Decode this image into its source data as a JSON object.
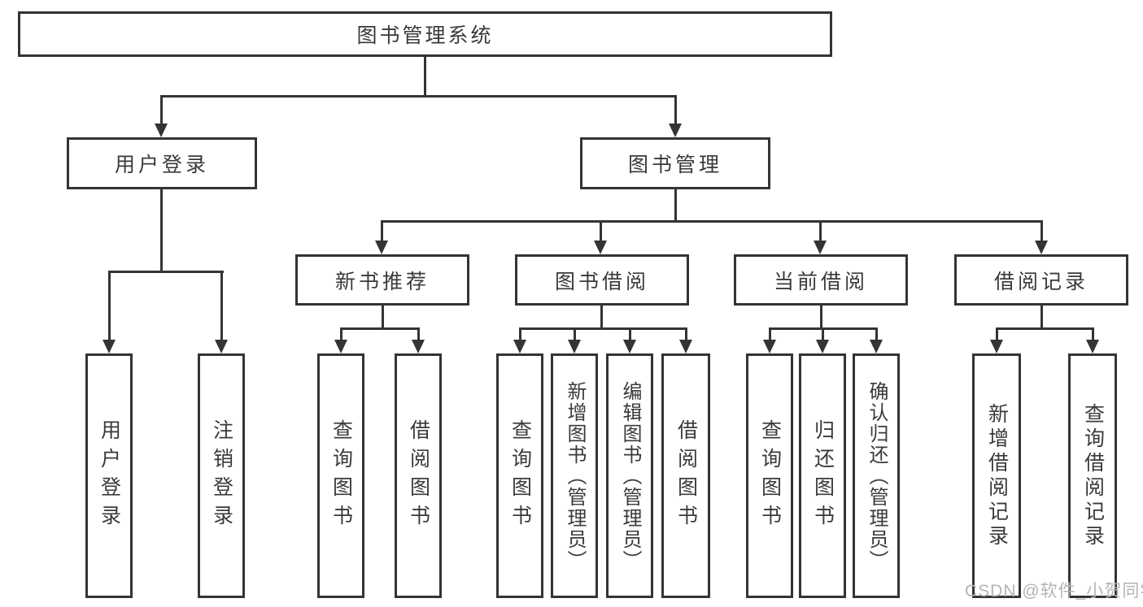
{
  "tree": {
    "label": "图书管理系统",
    "children": [
      {
        "label": "用户登录",
        "children": [
          {
            "label": "用户登录"
          },
          {
            "label": "注销登录"
          }
        ]
      },
      {
        "label": "图书管理",
        "children": [
          {
            "label": "新书推荐",
            "children": [
              {
                "label": "查询图书"
              },
              {
                "label": "借阅图书"
              }
            ]
          },
          {
            "label": "图书借阅",
            "children": [
              {
                "label": "查询图书"
              },
              {
                "label": "新增图书（管理员）"
              },
              {
                "label": "编辑图书（管理员）"
              },
              {
                "label": "借阅图书"
              }
            ]
          },
          {
            "label": "当前借阅",
            "children": [
              {
                "label": "查询图书"
              },
              {
                "label": "归还图书"
              },
              {
                "label": "确认归还（管理员）"
              }
            ]
          },
          {
            "label": "借阅记录",
            "children": [
              {
                "label": "新增借阅记录"
              },
              {
                "label": "查询借阅记录"
              }
            ]
          }
        ]
      }
    ]
  },
  "watermark": "CSDN @软件_小贺同学",
  "colors": {
    "line": "#343434",
    "box_border": "#343434",
    "box_fill": "#ffffff",
    "text": "#3a3a3a",
    "watermark": "#b4b4b4",
    "background": "#ffffff"
  }
}
